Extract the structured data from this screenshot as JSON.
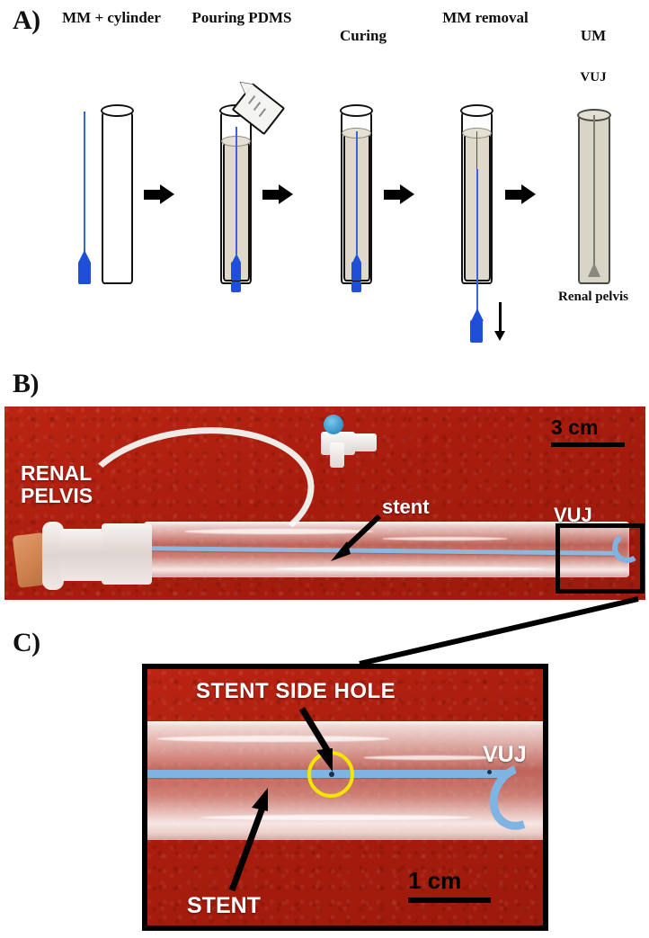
{
  "figure": {
    "panels": [
      {
        "id": "A",
        "label": "A)"
      },
      {
        "id": "B",
        "label": "B)"
      },
      {
        "id": "C",
        "label": "C)"
      }
    ]
  },
  "panel_a": {
    "steps": [
      {
        "key": "step1",
        "title": "MM +\ncylinder"
      },
      {
        "key": "step2",
        "title": "Pouring\nPDMS"
      },
      {
        "key": "step3",
        "title": "Curing"
      },
      {
        "key": "step4",
        "title": "MM\nremoval"
      },
      {
        "key": "step5",
        "title": "UM"
      }
    ],
    "annotations": {
      "vuj_top": "VUJ",
      "renal_pelvis_bottom": "Renal\npelvis"
    },
    "colors": {
      "mandrel_blue": "#1f4fd8",
      "pdms_fill": "#ded9cb",
      "cured_um": "#d8d4c6",
      "channel_gray": "#7d7a72",
      "outline": "#111111"
    }
  },
  "panel_b": {
    "labels": {
      "renal_pelvis": "RENAL\nPELVIS",
      "stent": "stent",
      "vuj": "VUJ"
    },
    "scale_bar": {
      "value": "3 cm"
    },
    "colors": {
      "background_felt": "#ad1f10",
      "label_text": "#ffffff",
      "scale_text": "#000000",
      "stent_blue": "#8fb6dd",
      "valve_knob": "#2f92c8",
      "cork": "#cf8350"
    }
  },
  "panel_c": {
    "labels": {
      "stent_side_hole": "STENT SIDE HOLE",
      "stent": "STENT",
      "vuj": "VUJ"
    },
    "scale_bar": {
      "value": "1 cm"
    },
    "colors": {
      "background_felt": "#ad1f10",
      "highlight_ring": "#f5e400",
      "label_text": "#ffffff",
      "scale_text": "#000000",
      "stent_blue": "#7fb4e2",
      "frame": "#000000"
    }
  }
}
